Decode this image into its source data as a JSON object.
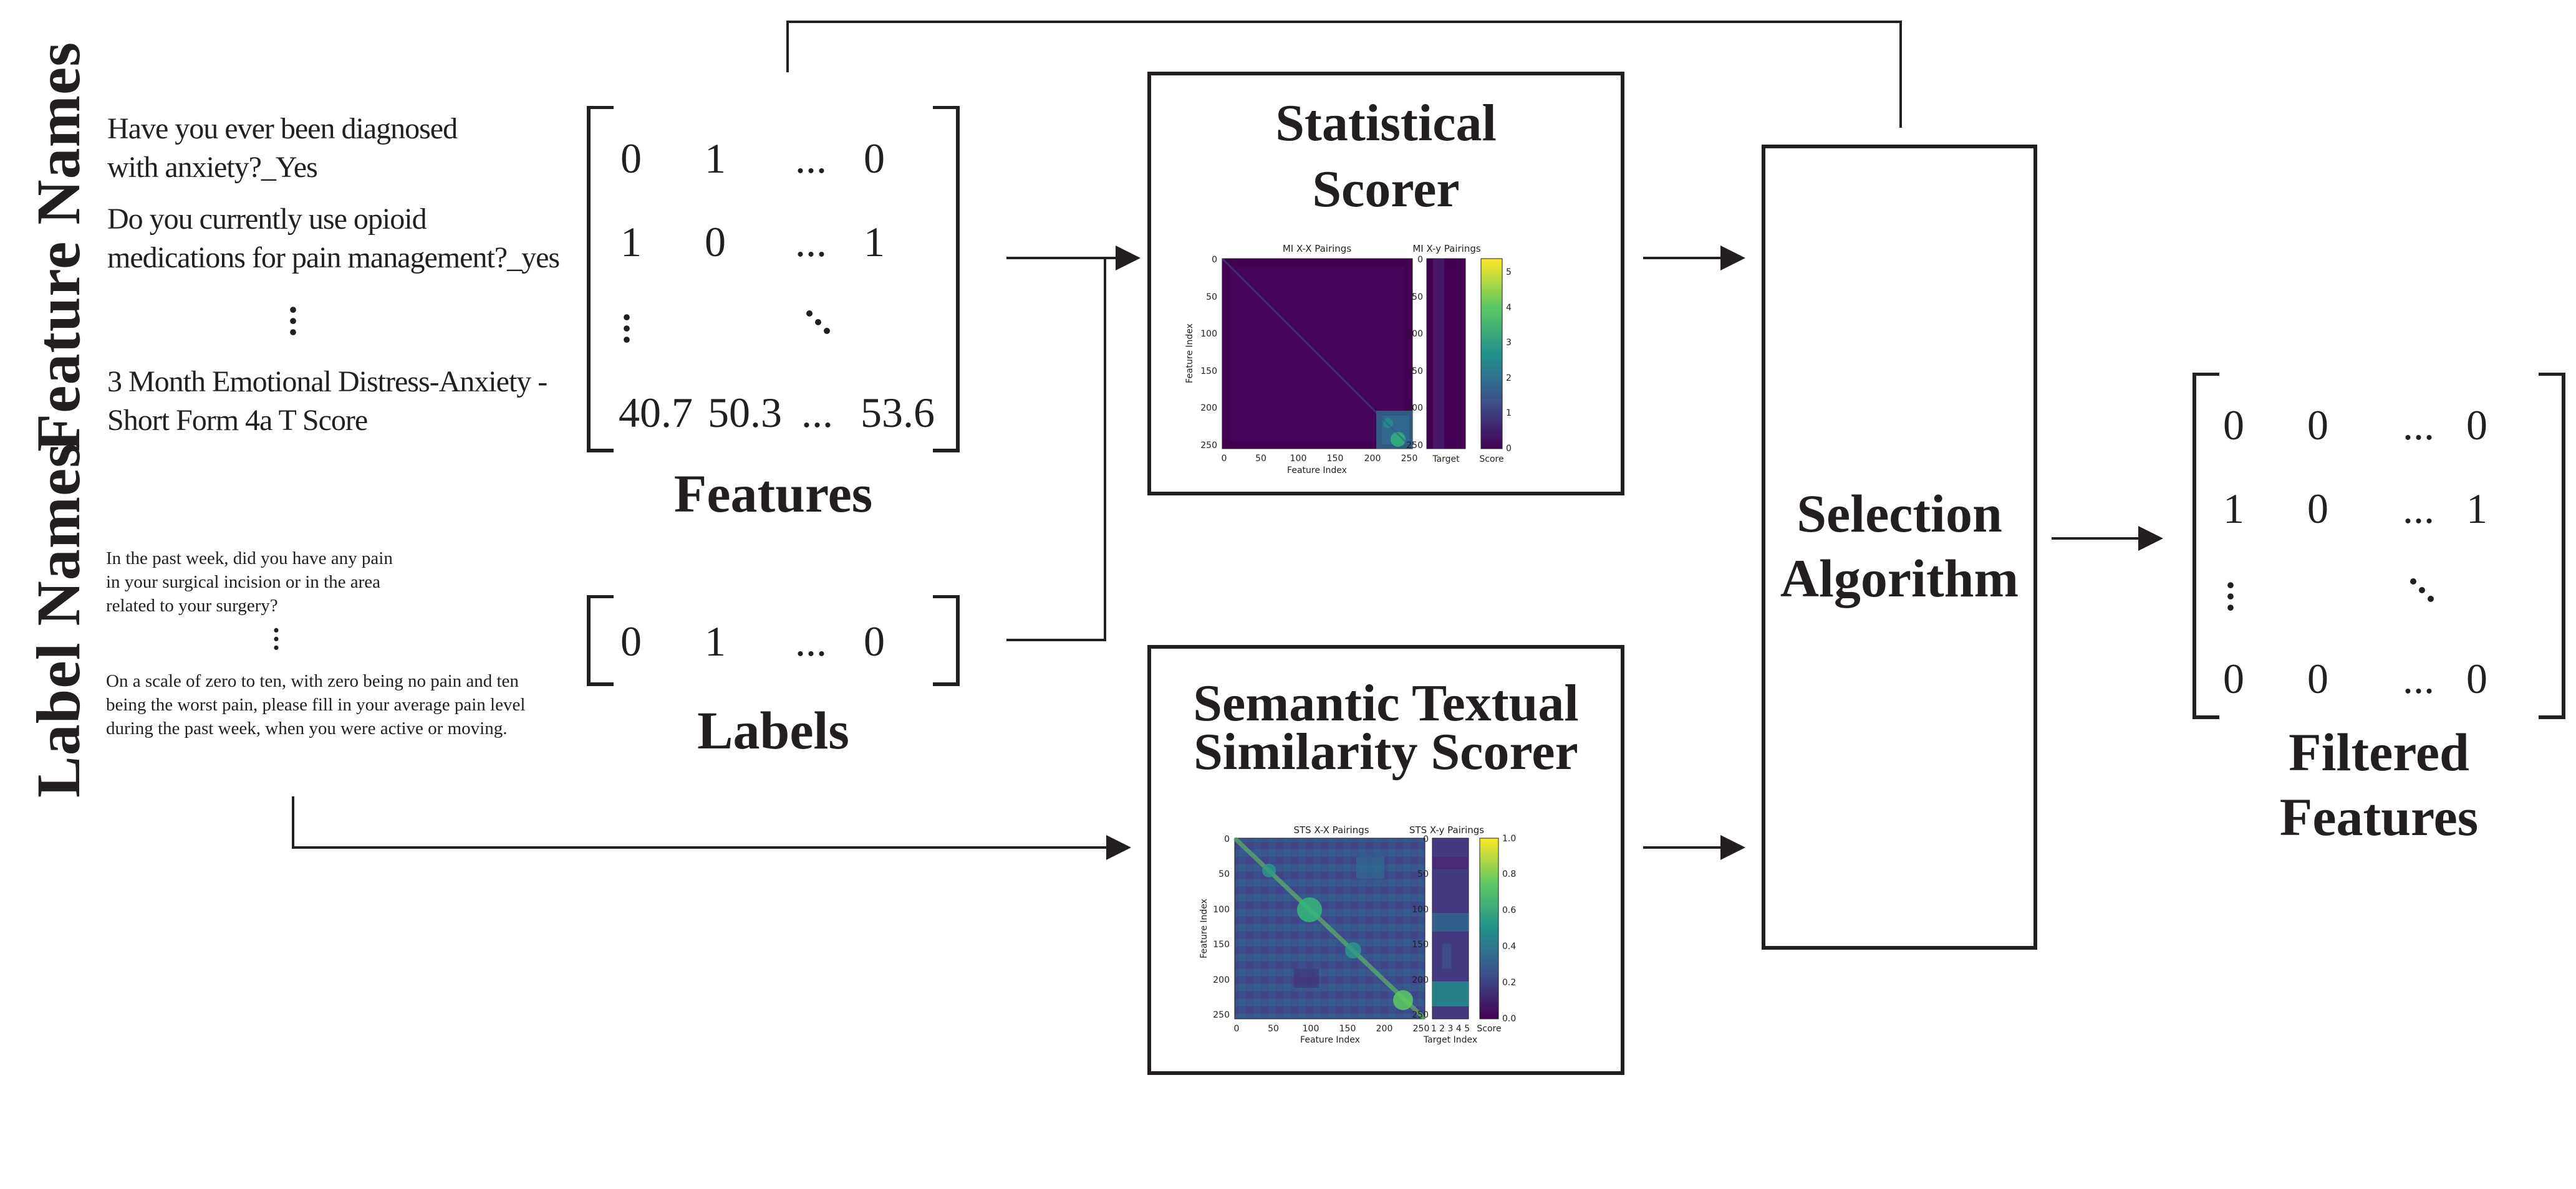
{
  "side_labels": {
    "feature_names": "Feature Names",
    "label_names": "Label Names"
  },
  "feature_names": {
    "item1_line1": "Have you ever been diagnosed",
    "item1_line2": "with anxiety?_Yes",
    "item2_line1": "Do you currently use opioid",
    "item2_line2": "medications for pain management?_yes",
    "item3_line1": "3 Month Emotional Distress-Anxiety -",
    "item3_line2": "Short Form 4a T Score"
  },
  "label_names": {
    "item1_line1": "In the past week, did you have any pain",
    "item1_line2": "in your surgical incision or in the area",
    "item1_line3": "related to your surgery?",
    "item2_line1": "On a scale of zero to ten, with zero being no pain and ten",
    "item2_line2": "being the worst pain, please fill in your average pain level",
    "item2_line3": "during the past week, when you were active or moving."
  },
  "features_matrix": {
    "row1": [
      "0",
      "1",
      "...",
      "0"
    ],
    "row2": [
      "1",
      "0",
      "...",
      "1"
    ],
    "row4": [
      "40.7",
      "50.3",
      "...",
      "53.6"
    ],
    "caption": "Features"
  },
  "labels_matrix": {
    "row": [
      "0",
      "1",
      "...",
      "0"
    ],
    "caption": "Labels"
  },
  "statistical_scorer": {
    "title_line1": "Statistical",
    "title_line2": "Scorer",
    "plot_xx_title": "MI X-X Pairings",
    "plot_xy_title": "MI X-y Pairings",
    "ylabel": "Feature Index",
    "xlabel": "Feature Index",
    "xy_xlabel": "Target",
    "cbar_label": "Score",
    "axis_ticks": [
      "0",
      "50",
      "100",
      "150",
      "200",
      "250"
    ],
    "cbar_ticks": [
      "0",
      "1",
      "2",
      "3",
      "4",
      "5"
    ]
  },
  "sts_scorer": {
    "title_line1": "Semantic Textual",
    "title_line2": "Similarity Scorer",
    "plot_xx_title": "STS X-X Pairings",
    "plot_xy_title": "STS X-y Pairings",
    "ylabel": "Feature Index",
    "xlabel": "Feature Index",
    "xy_xlabel": "Target Index",
    "xy_ticks": "1 2 3 4 5",
    "cbar_label": "Score",
    "axis_ticks": [
      "0",
      "50",
      "100",
      "150",
      "200",
      "250"
    ],
    "cbar_ticks": [
      "0.0",
      "0.2",
      "0.4",
      "0.6",
      "0.8",
      "1.0"
    ]
  },
  "selection_algorithm": {
    "line1": "Selection",
    "line2": "Algorithm"
  },
  "filtered_matrix": {
    "row1": [
      "0",
      "0",
      "...",
      "0"
    ],
    "row2": [
      "1",
      "0",
      "...",
      "1"
    ],
    "row4": [
      "0",
      "0",
      "...",
      "0"
    ],
    "caption_line1": "Filtered",
    "caption_line2": "Features"
  },
  "colors": {
    "ink": "#231f20",
    "viridis_dark": "#440154",
    "viridis_blue": "#31688e",
    "viridis_green": "#35b779",
    "viridis_yellow": "#fde725"
  }
}
